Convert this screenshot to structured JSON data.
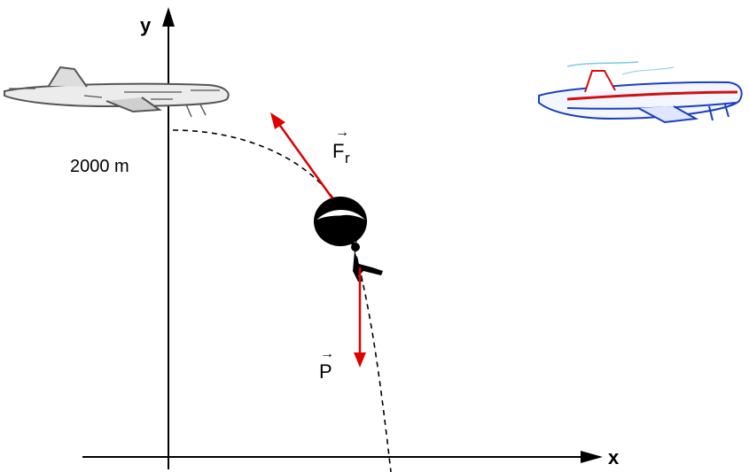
{
  "diagram": {
    "axes": {
      "x_label": "x",
      "y_label": "y"
    },
    "altitude_label": "2000 m",
    "forces": {
      "drag": {
        "symbol": "F",
        "subscript": "r",
        "vector_mark": "→",
        "color": "#e00000"
      },
      "weight": {
        "symbol": "P",
        "vector_mark": "→",
        "color": "#e00000"
      }
    },
    "colors": {
      "axis": "#000000",
      "trajectory": "#000000",
      "vectors": "#e00000",
      "plane_left": "#555555",
      "plane_right_body": "#1a3fbf",
      "plane_right_stripe": "#d01010"
    }
  }
}
